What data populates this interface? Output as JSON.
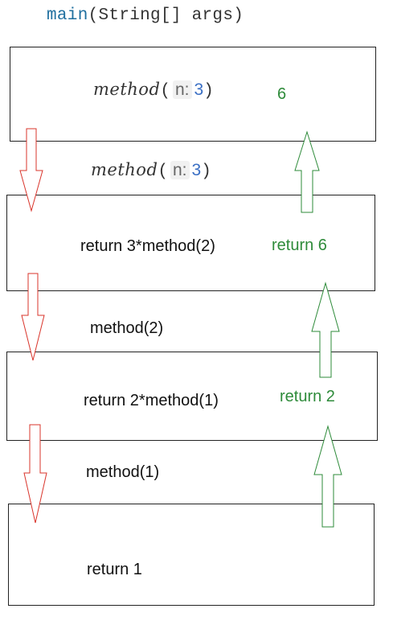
{
  "header": {
    "keyword": "main",
    "rest": "(String[] args)"
  },
  "frames": [
    {
      "code": {
        "fn": "method",
        "open": "(",
        "param": "n:",
        "value": "3",
        "close": ")"
      },
      "result": "6"
    },
    {
      "call_above": {
        "fn": "method",
        "open": "(",
        "param": "n:",
        "value": "3",
        "close": ")"
      },
      "body": "return 3*method(2)",
      "result": "return 6"
    },
    {
      "call_above": "method(2)",
      "body": "return 2*method(1)",
      "result": "return 2"
    },
    {
      "call_above": "method(1)",
      "body": "return 1"
    }
  ],
  "colors": {
    "down_arrow": "#d9342b",
    "up_arrow": "#2e8b3a",
    "result_text": "#2e8b3a",
    "keyword": "#1f6f9f",
    "number": "#3a6fc4"
  },
  "arrows": {
    "down": 3,
    "up": 3
  }
}
